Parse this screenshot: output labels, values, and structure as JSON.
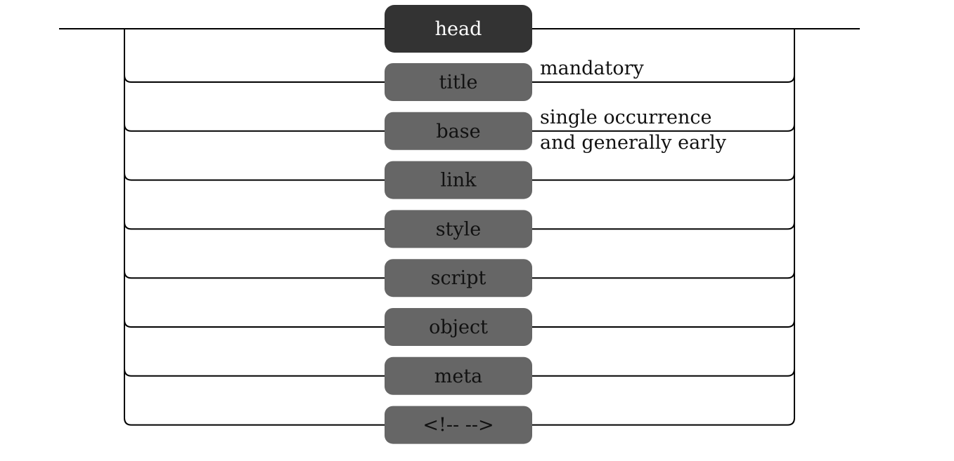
{
  "diagram": {
    "root": {
      "label": "head"
    },
    "children": [
      {
        "label": "title",
        "note": [
          "mandatory"
        ]
      },
      {
        "label": "base",
        "note": [
          "single occurrence",
          "and generally early"
        ]
      },
      {
        "label": "link",
        "note": []
      },
      {
        "label": "style",
        "note": []
      },
      {
        "label": "script",
        "note": []
      },
      {
        "label": "object",
        "note": []
      },
      {
        "label": "meta",
        "note": []
      },
      {
        "label": "<!-- -->",
        "note": []
      }
    ],
    "colors": {
      "root_fill": "#333333",
      "child_fill": "#666666",
      "line": "#000000",
      "root_text": "#ffffff",
      "child_text": "#111111"
    }
  }
}
